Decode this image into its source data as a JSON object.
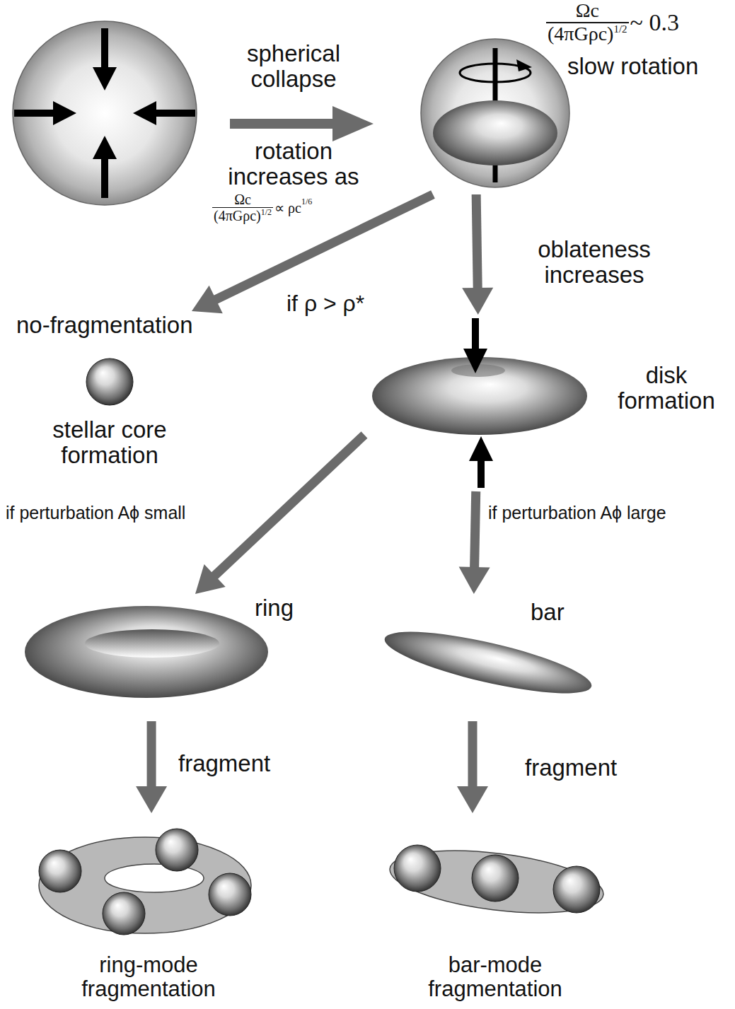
{
  "diagram": {
    "nodes": [
      {
        "text": [
          "slow rotation"
        ]
      },
      {
        "text": [
          "no-fragmentation",
          "stellar core formation"
        ]
      },
      {
        "text": [
          "disk formation"
        ]
      },
      {
        "text": [
          "ring"
        ]
      },
      {
        "text": [
          "bar"
        ]
      },
      {
        "text": [
          "ring-mode fragmentation"
        ]
      },
      {
        "text": [
          "bar-mode fragmentation"
        ]
      }
    ],
    "edges": [
      {
        "from": 0,
        "to": 1,
        "arrow": "to",
        "label": "if ρ > ρ*"
      },
      {
        "from": 0,
        "to": 2,
        "arrow": "to",
        "label": "oblateness increases"
      },
      {
        "from": 2,
        "to": 3,
        "arrow": "to",
        "label": "if perturbation Aϕ small"
      },
      {
        "from": 2,
        "to": 4,
        "arrow": "to",
        "label": "if perturbation Aϕ large"
      },
      {
        "from": 3,
        "to": 5,
        "arrow": "to",
        "label": "fragment"
      },
      {
        "from": 4,
        "to": 6,
        "arrow": "to",
        "label": "fragment"
      }
    ],
    "labels": [
      "spherical collapse",
      "rotation increases as",
      "Ωc",
      "(4πGρc)",
      "1/2",
      "~ 0.3",
      "Ωc",
      "(4πGρc)",
      "1/2",
      "∝ ρc",
      "1/6"
    ]
  }
}
